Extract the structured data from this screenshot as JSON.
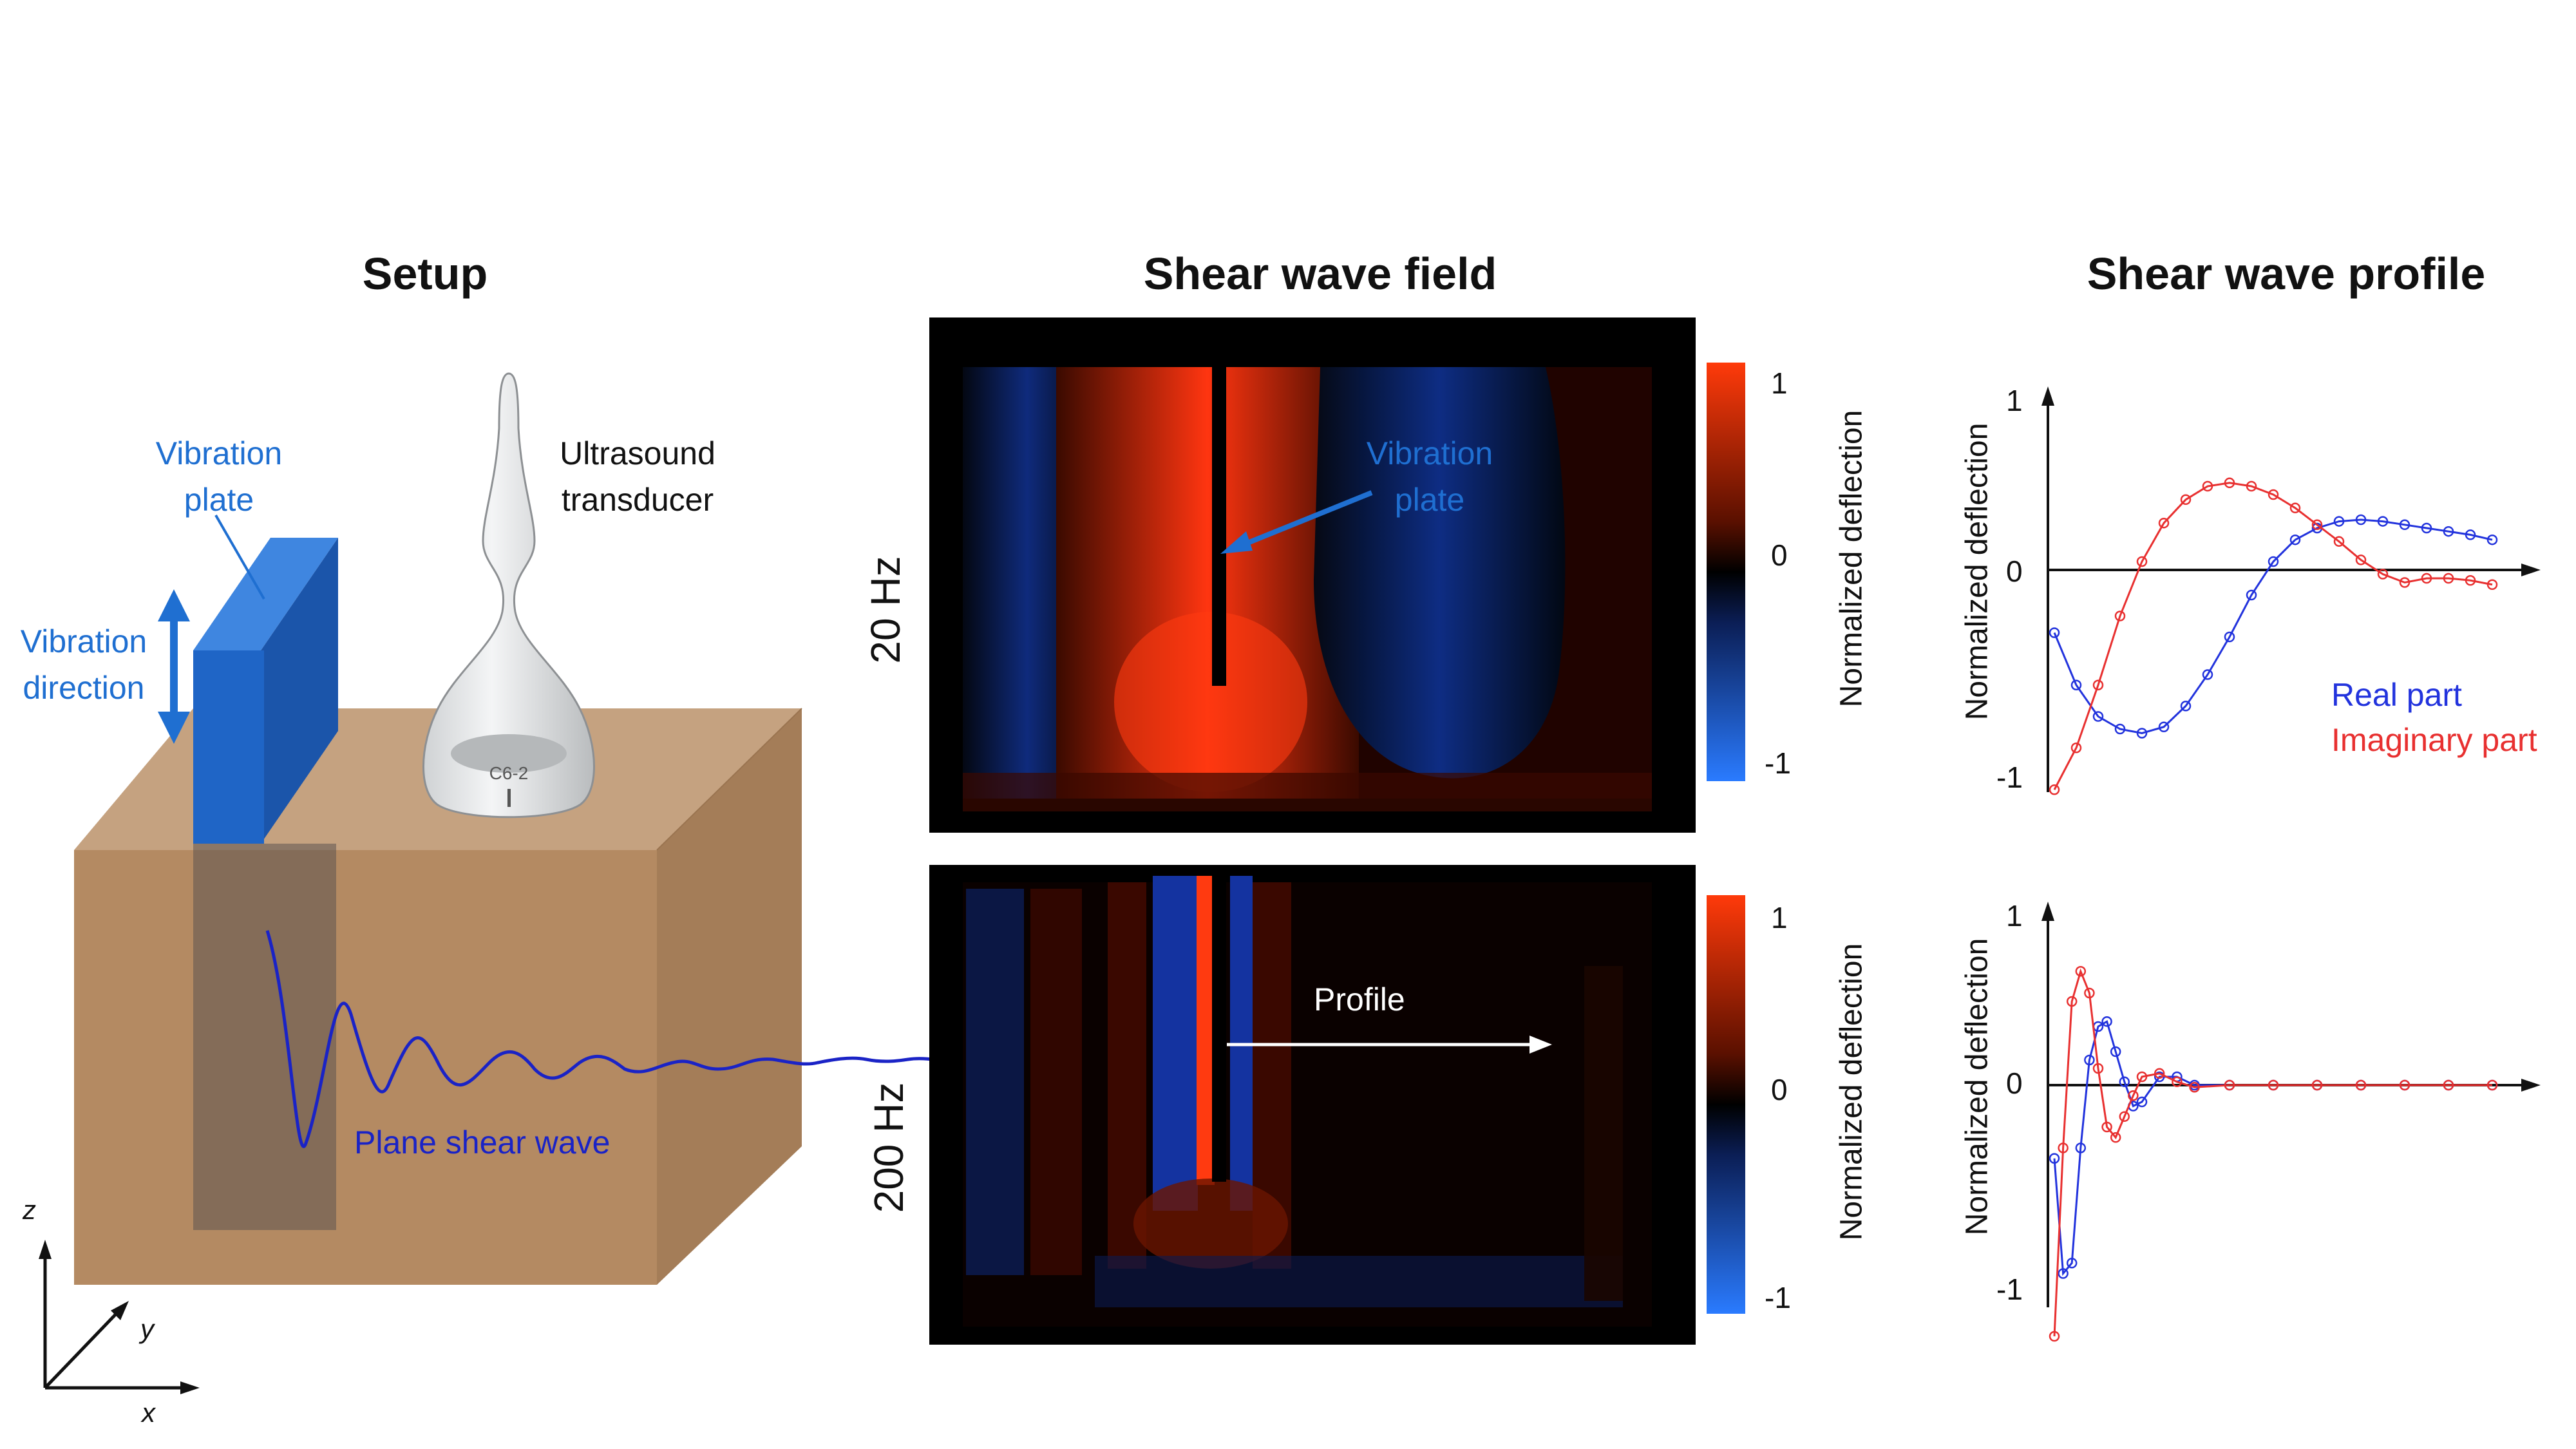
{
  "panels": {
    "setup_title": "Setup",
    "field_title": "Shear wave field",
    "profile_title": "Shear wave profile"
  },
  "setup": {
    "vibration_plate": [
      "Vibration",
      "plate"
    ],
    "vibration_direction": [
      "Vibration",
      "direction"
    ],
    "transducer": [
      "Ultrasound",
      "transducer"
    ],
    "transducer_marking": "C6-2",
    "wave_label": "Plane shear wave",
    "axes": {
      "z": "z",
      "y": "y",
      "x": "x"
    }
  },
  "field": {
    "freq_top": "20 Hz",
    "freq_bottom": "200 Hz",
    "annotation_plate": [
      "Vibration",
      "plate"
    ],
    "annotation_profile": "Profile",
    "colorbar": {
      "label": "Normalized deflection",
      "max": "1",
      "mid": "0",
      "min": "-1"
    }
  },
  "colors": {
    "blue_label": "#1f6fd1",
    "box_front": "#b48a62",
    "box_top": "#c5a280",
    "box_side": "#a47d58",
    "plate": "#1f65c6",
    "real": "#2233dd",
    "imag": "#e83030"
  },
  "chart_data": [
    {
      "type": "scatter",
      "title": "",
      "ylabel": "Normalized deflection",
      "yticks": [
        "1",
        "0",
        "-1"
      ],
      "ylim": [
        -1,
        1
      ],
      "legend": [
        "Real part",
        "Imaginary part"
      ],
      "series": [
        {
          "name": "Real part",
          "x": [
            0,
            0.05,
            0.1,
            0.15,
            0.2,
            0.25,
            0.3,
            0.35,
            0.4,
            0.45,
            0.5,
            0.55,
            0.6,
            0.65,
            0.7,
            0.75,
            0.8,
            0.85,
            0.9,
            0.95,
            1.0
          ],
          "values": [
            -0.3,
            -0.55,
            -0.7,
            -0.76,
            -0.78,
            -0.75,
            -0.65,
            -0.5,
            -0.32,
            -0.12,
            0.05,
            0.18,
            0.25,
            0.29,
            0.3,
            0.29,
            0.27,
            0.25,
            0.23,
            0.21,
            0.18
          ]
        },
        {
          "name": "Imaginary part",
          "x": [
            0,
            0.05,
            0.1,
            0.15,
            0.2,
            0.25,
            0.3,
            0.35,
            0.4,
            0.45,
            0.5,
            0.55,
            0.6,
            0.65,
            0.7,
            0.75,
            0.8,
            0.85,
            0.9,
            0.95,
            1.0
          ],
          "values": [
            -1.05,
            -0.85,
            -0.55,
            -0.22,
            0.05,
            0.28,
            0.42,
            0.5,
            0.52,
            0.5,
            0.45,
            0.37,
            0.27,
            0.17,
            0.06,
            -0.02,
            -0.06,
            -0.04,
            -0.04,
            -0.05,
            -0.07
          ]
        }
      ]
    },
    {
      "type": "scatter",
      "title": "",
      "ylabel": "Normalized deflection",
      "yticks": [
        "1",
        "0",
        "-1"
      ],
      "ylim": [
        -1,
        1
      ],
      "series": [
        {
          "name": "Real part",
          "x": [
            0,
            0.02,
            0.04,
            0.06,
            0.08,
            0.1,
            0.12,
            0.14,
            0.16,
            0.18,
            0.2,
            0.24,
            0.28,
            0.32,
            0.4,
            0.5,
            0.6,
            0.7,
            0.8,
            0.9,
            1.0
          ],
          "values": [
            -0.35,
            -0.9,
            -0.85,
            -0.3,
            0.15,
            0.35,
            0.38,
            0.2,
            0.02,
            -0.1,
            -0.08,
            0.05,
            0.05,
            0.0,
            0.0,
            0.0,
            0.0,
            0.0,
            0.0,
            0.0,
            0.0
          ]
        },
        {
          "name": "Imaginary part",
          "x": [
            0,
            0.02,
            0.04,
            0.06,
            0.08,
            0.1,
            0.12,
            0.14,
            0.16,
            0.18,
            0.2,
            0.24,
            0.28,
            0.32,
            0.4,
            0.5,
            0.6,
            0.7,
            0.8,
            0.9,
            1.0
          ],
          "values": [
            -1.2,
            -0.3,
            0.5,
            0.68,
            0.55,
            0.1,
            -0.2,
            -0.25,
            -0.15,
            -0.05,
            0.05,
            0.07,
            0.02,
            -0.01,
            0.0,
            0.0,
            0.0,
            0.0,
            0.0,
            0.0,
            0.0
          ]
        }
      ]
    }
  ]
}
